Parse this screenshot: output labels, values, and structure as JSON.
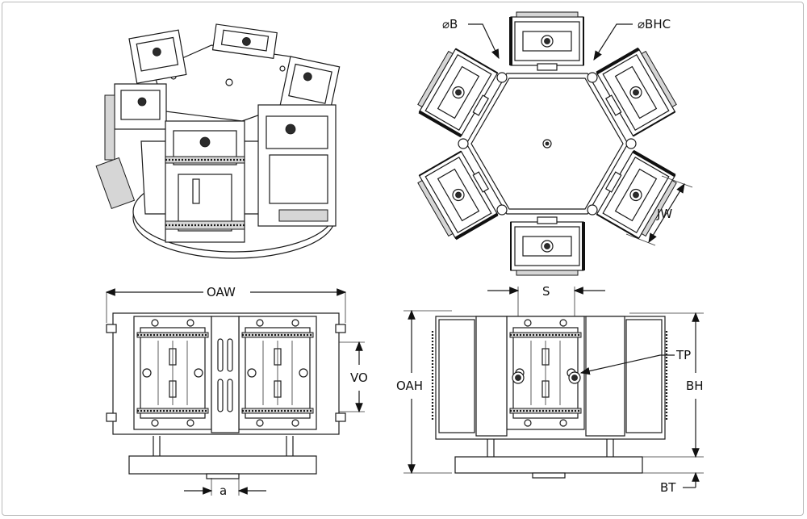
{
  "labels": {
    "phi_b": "⌀B",
    "phi_bhc": "⌀BHC",
    "jw": "JW",
    "oaw": "OAW",
    "vo": "VO",
    "a": "a",
    "s": "S",
    "oah": "OAH",
    "bh": "BH",
    "tp": "TP",
    "bt": "BT"
  },
  "colors": {
    "line": "#1a1a1a",
    "shade": "#d6d6d6",
    "frame": "#b9b9b9"
  }
}
